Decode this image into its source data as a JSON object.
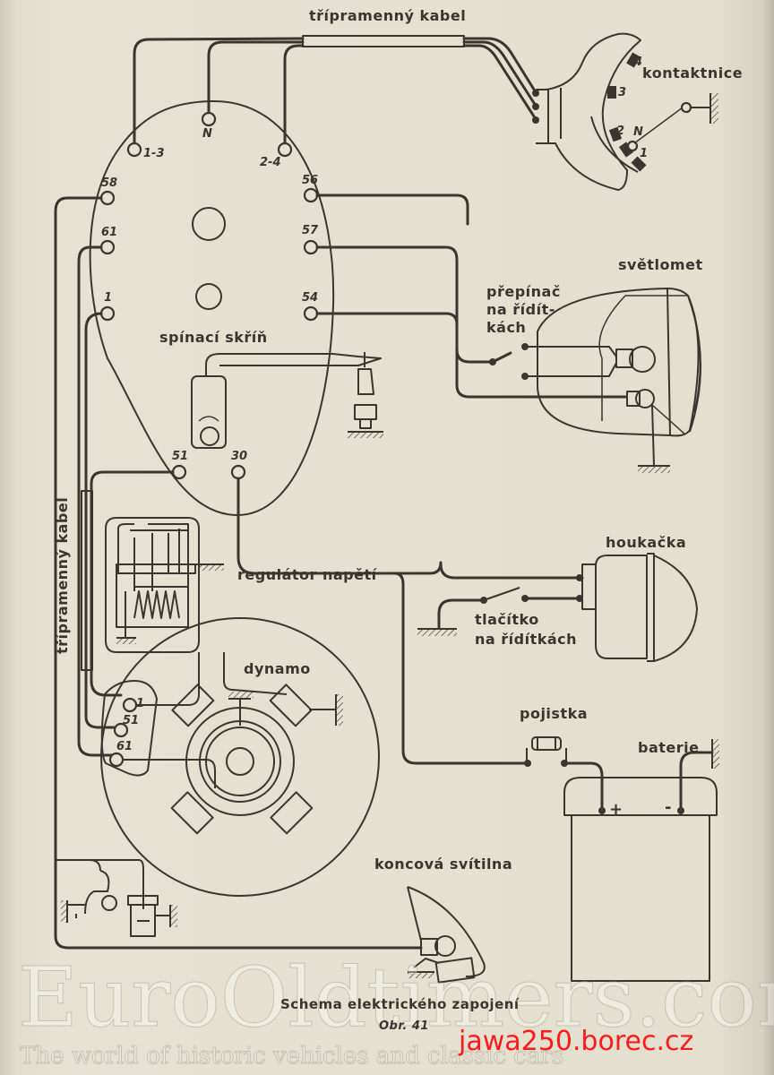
{
  "diagram": {
    "title": "Schema elektrického zapojení",
    "figure_number": "Obr. 41",
    "components": {
      "cable_top": "třípramenný kabel",
      "cable_left": "třípramenný kabel",
      "contact_breaker": "kontaktnice",
      "switch_box": "spínací skříň",
      "headlight": "světlomet",
      "dimmer_switch": [
        "přepínač",
        "na řídít-",
        "kách"
      ],
      "horn": "houkačka",
      "horn_button": [
        "tlačítko",
        "na řídítkách"
      ],
      "regulator": "regulátor napětí",
      "dynamo": "dynamo",
      "fuse": "pojistka",
      "battery": "baterie",
      "tail_light": "koncová svítilna"
    },
    "switch_box_terminals": [
      "1-3",
      "N",
      "2-4",
      "58",
      "56",
      "61",
      "57",
      "1",
      "54",
      "51",
      "30"
    ],
    "contact_breaker_terminals": [
      "4",
      "3",
      "2",
      "N",
      "1"
    ],
    "dynamo_terminals": [
      "1",
      "51",
      "61"
    ],
    "battery_polarity": [
      "+",
      "-"
    ]
  },
  "watermark": {
    "brand": "EuroOldtimers.com",
    "tagline": "The world of historic vehicles and classic cars",
    "site": "jawa250.borec.cz"
  }
}
